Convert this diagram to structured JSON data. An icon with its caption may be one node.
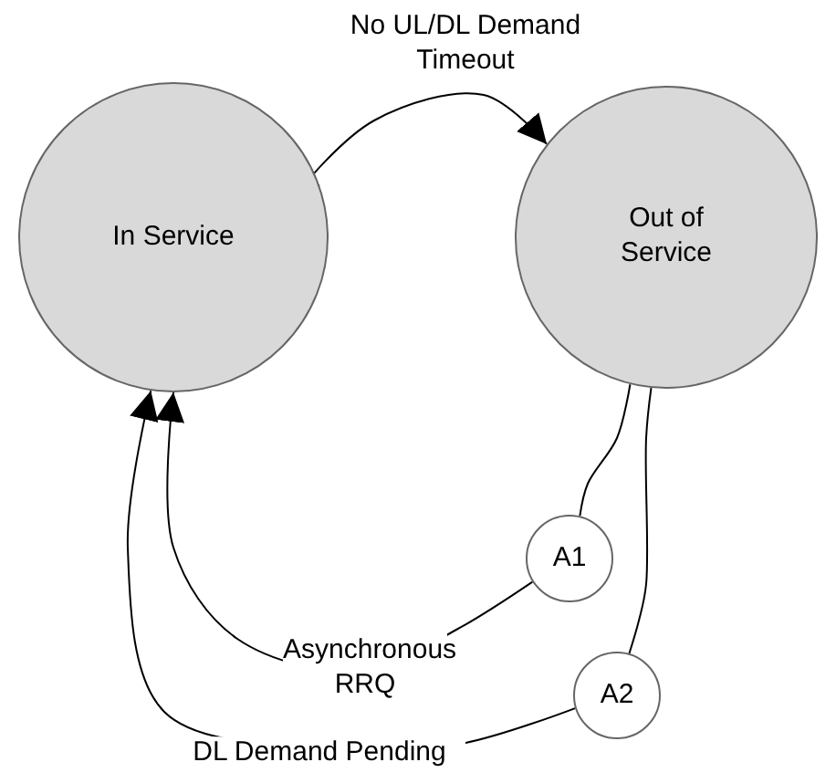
{
  "diagram": {
    "nodes": [
      {
        "text": [
          "In Service"
        ]
      },
      {
        "text": [
          "Out of Service"
        ]
      },
      {
        "text": [
          "A1"
        ]
      },
      {
        "text": [
          "A2"
        ]
      }
    ],
    "edges": [
      {
        "from": 0,
        "to": 1,
        "arrow": "to",
        "label": "No UL/DL Demand Timeout"
      },
      {
        "from": 1,
        "to": 2,
        "arrow": "none"
      },
      {
        "from": 2,
        "to": 0,
        "arrow": "to",
        "label": "Asynchronous RRQ"
      },
      {
        "from": 1,
        "to": 3,
        "arrow": "none"
      },
      {
        "from": 3,
        "to": 0,
        "arrow": "to",
        "label": "DL Demand Pending"
      }
    ]
  }
}
